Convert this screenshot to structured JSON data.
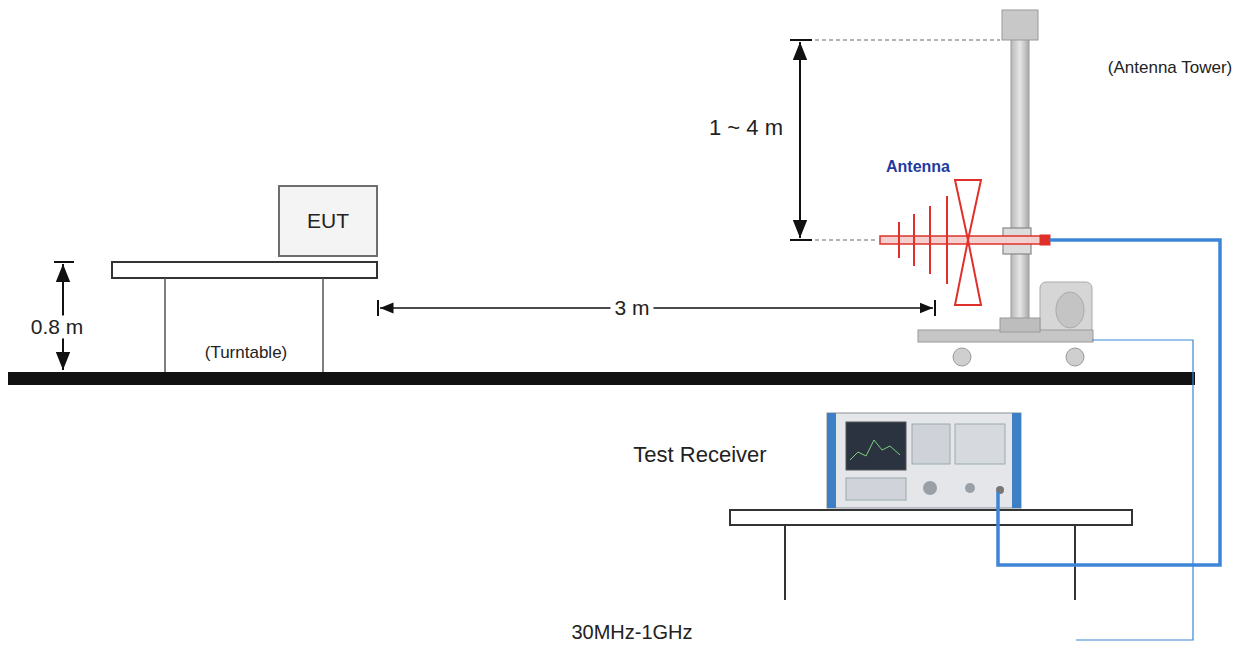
{
  "diagram": {
    "caption": "30MHz-1GHz",
    "nodes": [
      {
        "text": [
          "EUT"
        ]
      }
    ],
    "labels": [
      "0.8 m",
      "(Turntable)",
      "3 m",
      "1 ~ 4 m",
      "Antenna",
      "(Antenna Tower)",
      "Test Receiver"
    ]
  }
}
